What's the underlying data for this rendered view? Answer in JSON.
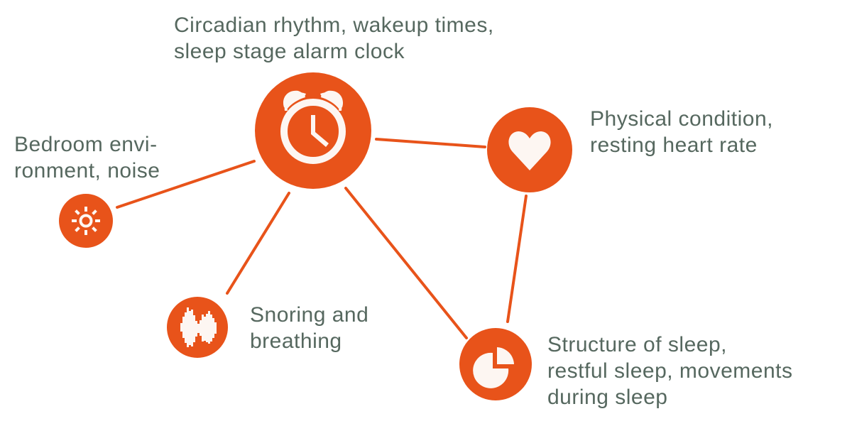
{
  "colors": {
    "accent": "#e8531a",
    "icon_fill": "#fdf6f2",
    "text": "#56685f",
    "background": "#ffffff"
  },
  "nodes": [
    {
      "id": "alarm",
      "icon": "alarm-clock-icon",
      "label": "Circadian rhythm, wakeup times,\nsleep stage alarm clock"
    },
    {
      "id": "env",
      "icon": "sun-icon",
      "label": "Bedroom envi-\nronment, noise"
    },
    {
      "id": "heart",
      "icon": "heart-icon",
      "label": "Physical condition,\nresting heart rate"
    },
    {
      "id": "snore",
      "icon": "sound-wave-icon",
      "label": "Snoring and\nbreathing"
    },
    {
      "id": "structure",
      "icon": "pie-chart-icon",
      "label": "Structure of sleep,\nrestful sleep, movements\nduring sleep"
    }
  ],
  "edges": [
    {
      "from": "alarm",
      "to": "env"
    },
    {
      "from": "alarm",
      "to": "heart"
    },
    {
      "from": "alarm",
      "to": "snore"
    },
    {
      "from": "alarm",
      "to": "structure"
    },
    {
      "from": "heart",
      "to": "structure"
    }
  ]
}
